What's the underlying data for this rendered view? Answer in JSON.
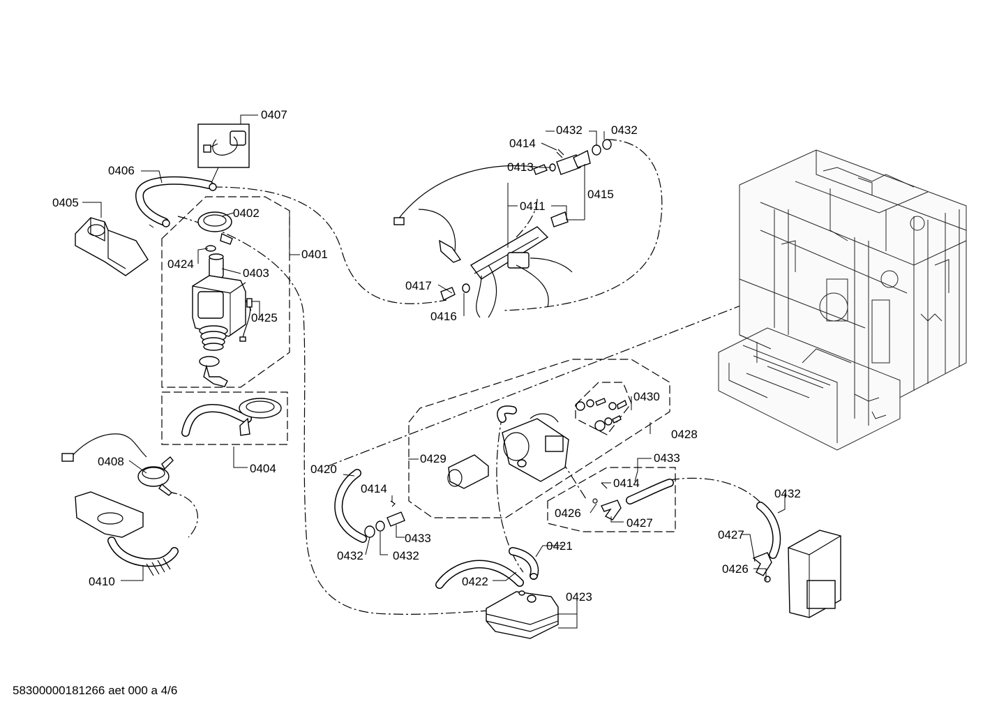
{
  "labels": {
    "p0401": "0401",
    "p0402": "0402",
    "p0403": "0403",
    "p0404": "0404",
    "p0405": "0405",
    "p0406": "0406",
    "p0407": "0407",
    "p0408": "0408",
    "p0410": "0410",
    "p0411": "0411",
    "p0413": "0413",
    "p0414a": "0414",
    "p0414b": "0414",
    "p0414c": "0414",
    "p0415": "0415",
    "p0416": "0416",
    "p0417": "0417",
    "p0420": "0420",
    "p0421": "0421",
    "p0422": "0422",
    "p0423": "0423",
    "p0424": "0424",
    "p0425": "0425",
    "p0426a": "0426",
    "p0426b": "0426",
    "p0427a": "0427",
    "p0427b": "0427",
    "p0428": "0428",
    "p0429": "0429",
    "p0430": "0430",
    "p0432a": "0432",
    "p0432b": "0432",
    "p0432c": "0432",
    "p0432d": "0432",
    "p0432e": "0432",
    "p0433a": "0433",
    "p0433b": "0433"
  },
  "footer": {
    "code": "58300000181266 aet 000 a 4/6"
  }
}
